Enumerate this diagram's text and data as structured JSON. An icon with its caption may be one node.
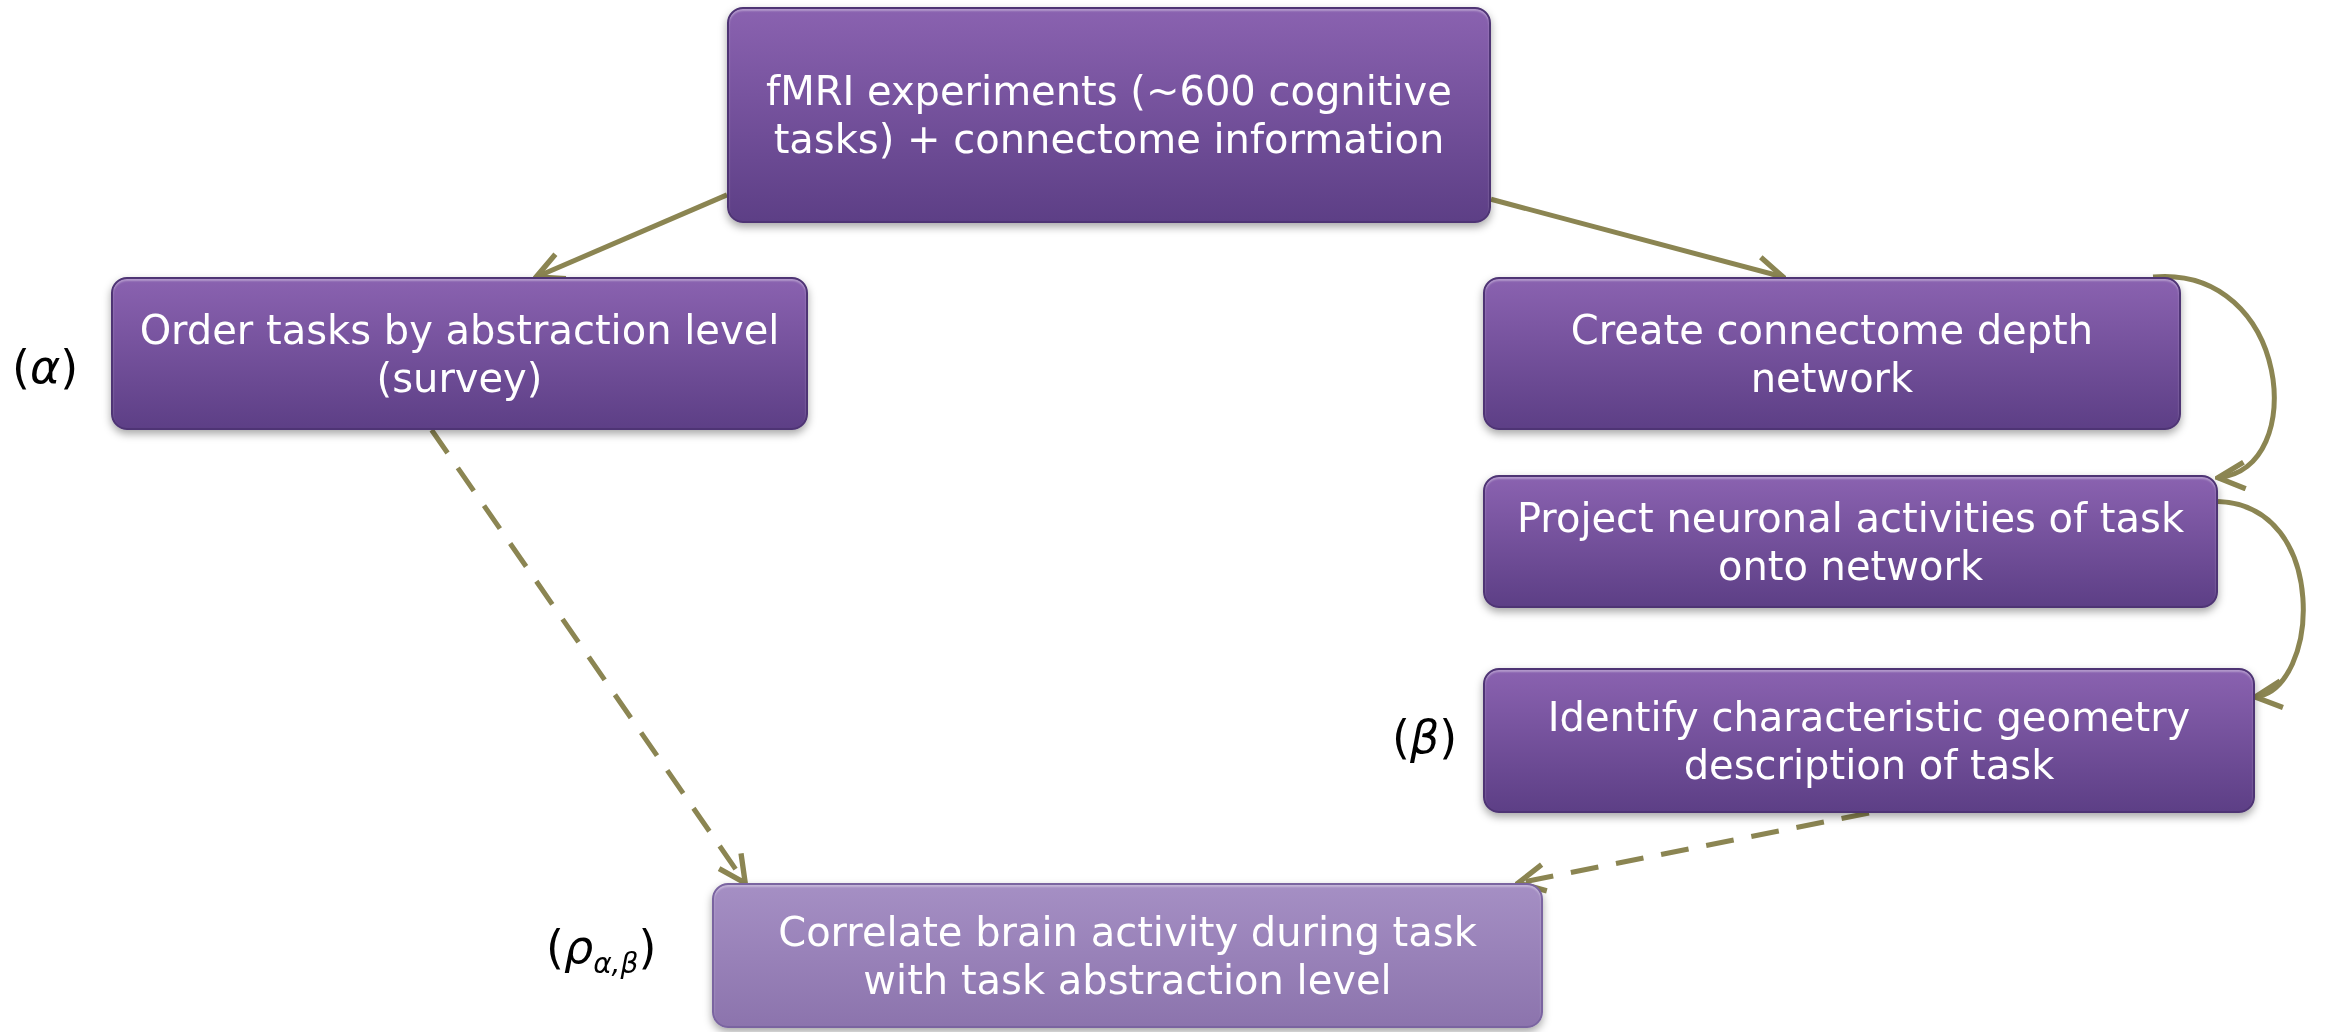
{
  "diagram": {
    "nodes": [
      {
        "text": [
          "fMRI experiments (~600 cognitive tasks) + connectome information"
        ]
      },
      {
        "text": [
          "Order tasks by abstraction level (survey)"
        ],
        "beside": [
          "(*α*)"
        ]
      },
      {
        "text": [
          "Create connectome depth network"
        ]
      },
      {
        "text": [
          "Project neuronal activities of task onto network"
        ]
      },
      {
        "text": [
          "Identify characteristic geometry description of task"
        ],
        "beside": [
          "(*β*)"
        ]
      },
      {
        "text": [
          "Correlate brain activity during task with task abstraction level"
        ],
        "beside": [
          "(*ρ*$_{α,β}$)"
        ]
      }
    ],
    "edges": [
      {
        "from": 0,
        "to": 1,
        "arrow": "to"
      },
      {
        "from": 0,
        "to": 2,
        "arrow": "to"
      },
      {
        "from": 2,
        "to": 3,
        "arrow": "to"
      },
      {
        "from": 3,
        "to": 4,
        "arrow": "to"
      },
      {
        "from": 1,
        "to": 5,
        "arrow": "to",
        "style": "dashed"
      },
      {
        "from": 4,
        "to": 5,
        "arrow": "to",
        "style": "dashed"
      }
    ]
  }
}
